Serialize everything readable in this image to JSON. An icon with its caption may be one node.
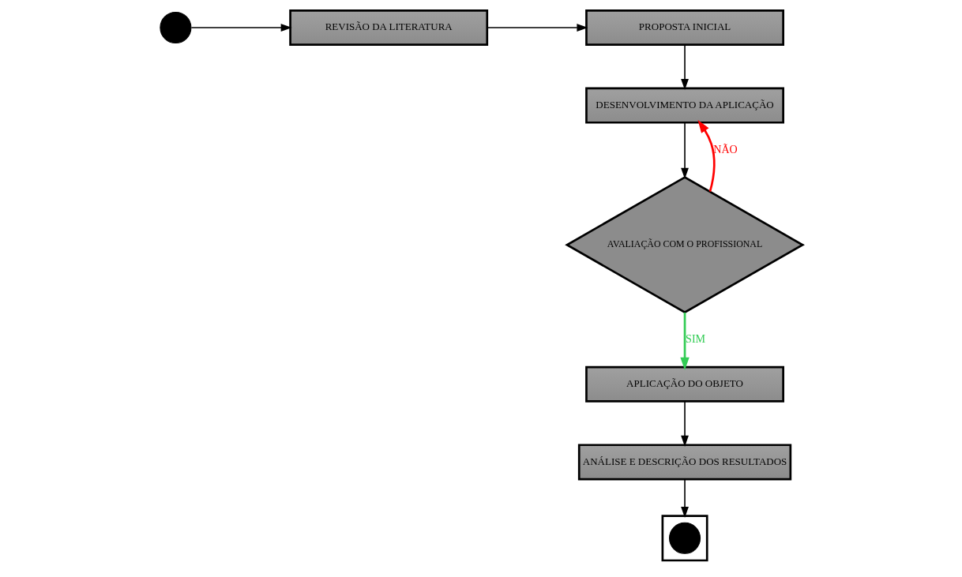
{
  "diagram": {
    "nodes": [
      {
        "text": [],
        "shape": "circle"
      },
      {
        "text": [
          "REVISÃO DA LITERATURA"
        ]
      },
      {
        "text": [
          "PROPOSTA INICIAL"
        ]
      },
      {
        "text": [
          "DESENVOLVIMENTO DA APLICAÇÃO"
        ]
      },
      {
        "text": [
          "AVALIAÇÃO COM O PROFISSIONAL"
        ]
      },
      {
        "text": [
          "APLICAÇÃO DO OBJETO"
        ]
      },
      {
        "text": [
          "ANÁLISE E DESCRIÇÃO DOS RESULTADOS"
        ]
      },
      {
        "text": [],
        "shape": "box"
      },
      {
        "text": [],
        "shape": "circle",
        "in": 7
      }
    ],
    "edges": [
      {
        "from": 0,
        "to": 1,
        "arrow": "to"
      },
      {
        "from": 1,
        "to": 2,
        "arrow": "to"
      },
      {
        "from": 2,
        "to": 3,
        "arrow": "to"
      },
      {
        "from": 3,
        "to": 4,
        "arrow": "to"
      },
      {
        "from": 4,
        "to": 3,
        "arrow": "to",
        "label": "NÃO",
        "color": "#ff0000"
      },
      {
        "from": 4,
        "to": 5,
        "arrow": "to",
        "label": "SIM",
        "color": "#33cc55"
      },
      {
        "from": 5,
        "to": 6,
        "arrow": "to"
      },
      {
        "from": 6,
        "to": 7,
        "arrow": "to"
      }
    ]
  }
}
